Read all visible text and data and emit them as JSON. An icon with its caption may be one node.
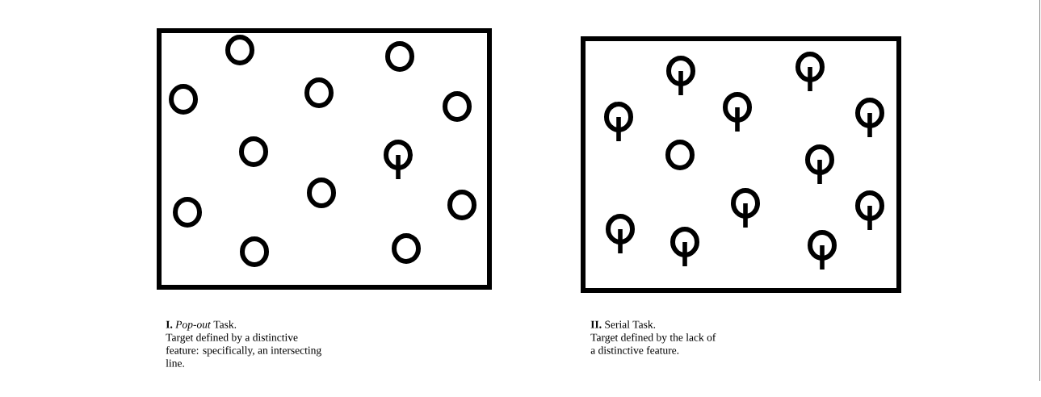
{
  "diagram": {
    "labels": [
      "**I.** *Pop-out* Task.",
      "Target defined by a distinctive feature: specifically, an intersecting line.",
      "**II.** Serial Task.",
      "Target defined by the lack of a distinctive feature."
    ]
  }
}
